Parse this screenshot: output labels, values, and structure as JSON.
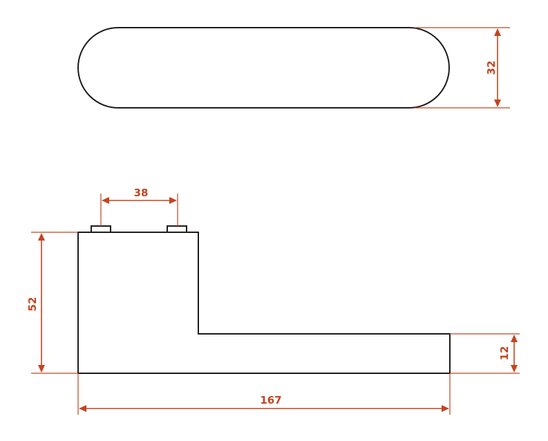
{
  "colors": {
    "outline": "#1d1a1a",
    "dimension": "#c4441f",
    "background": "#ffffff"
  },
  "dimensions": {
    "rose_height": "32",
    "spindle_spacing": "38",
    "rose_base_height": "52",
    "lever_thickness": "12",
    "overall_length": "167"
  }
}
